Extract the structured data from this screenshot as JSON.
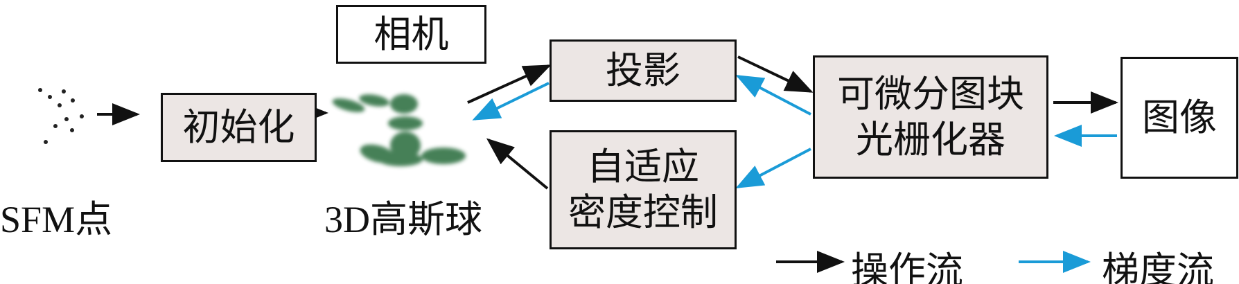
{
  "nodes": {
    "sfm": "SFM点",
    "init": "初始化",
    "gaussians": "3D高斯球",
    "camera": "相机",
    "projection": "投影",
    "adaptive_line1": "自适应",
    "adaptive_line2": "密度控制",
    "rasterizer_line1": "可微分图块",
    "rasterizer_line2": "光栅化器",
    "image": "图像"
  },
  "legend": {
    "operation_flow": "操作流",
    "gradient_flow": "梯度流"
  },
  "colors": {
    "operation": "#111111",
    "gradient": "#1a9bd7",
    "box_fill": "#ece6e4",
    "gaussian": "#3d7a4f"
  }
}
